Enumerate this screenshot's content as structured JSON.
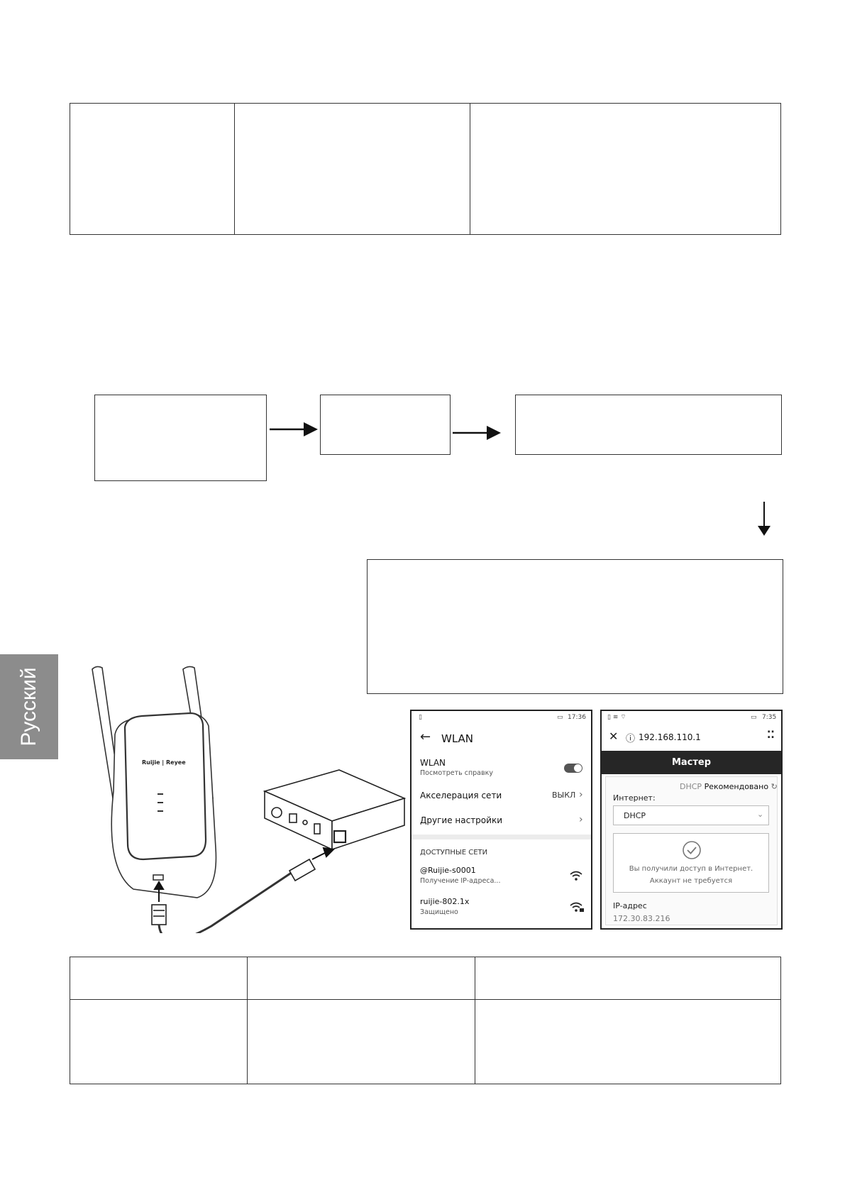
{
  "side_tab": {
    "label": "Русский"
  },
  "phone_wlan": {
    "status_time": "17:36",
    "title": "WLAN",
    "wlan_label": "WLAN",
    "wlan_sub": "Посмотреть справку",
    "accel_label": "Акселерация сети",
    "accel_value": "ВЫКЛ",
    "other_label": "Другие настройки",
    "section_header": "ДОСТУПНЫЕ СЕТИ",
    "networks": [
      {
        "name": "@Ruijie-s0001",
        "status": "Получение IP-адреса..."
      },
      {
        "name": "ruijie-802.1x",
        "status": "Защищено"
      }
    ]
  },
  "phone_browser": {
    "status_time": "7:35",
    "url": "192.168.110.1",
    "wizard_title": "Мастер",
    "dhcp_tag": "DHCP",
    "recommended": "Рекомендовано",
    "internet_label": "Интернет:",
    "select_value": "DHCP",
    "success_line1": "Вы получили доступ в Интернет.",
    "success_line2": "Аккаунт не требуется",
    "ip_label": "IP-адрес",
    "ip_value": "172.30.83.216"
  },
  "device": {
    "brand": "Ruijie | Reyee"
  }
}
